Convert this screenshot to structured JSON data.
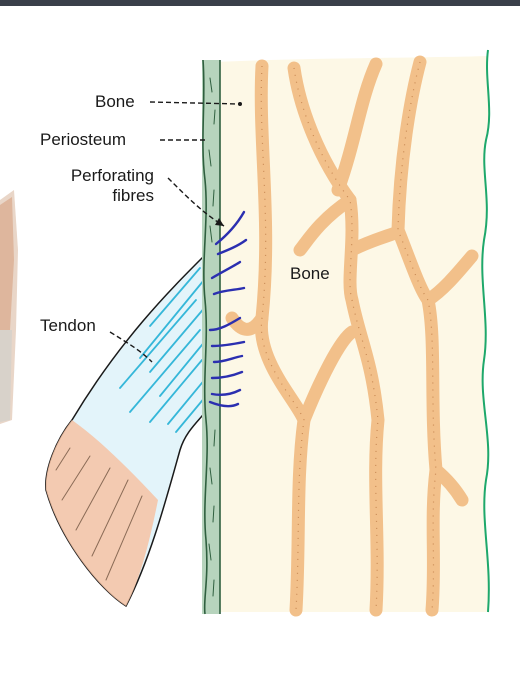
{
  "labels": {
    "bone_pointer": "Bone",
    "periosteum": "Periosteum",
    "perforating_line1": "Perforating",
    "perforating_line2": "fibres",
    "tendon": "Tendon",
    "bone_region": "Bone"
  },
  "colors": {
    "bone_fill": "#fdf8e6",
    "periosteum_fill": "#b7d4bd",
    "periosteum_stroke": "#2f5f3f",
    "bone_edge": "#1ea86b",
    "canal": "#f2c08a",
    "tendon_fibre": "#35b7d9",
    "tendon_fill": "#e3f4fa",
    "tendon_end": "#f6c2a3",
    "perforating_fibre": "#2b2fb0",
    "leader": "#1a1a1a",
    "top_bar": "#3a3f4a"
  }
}
